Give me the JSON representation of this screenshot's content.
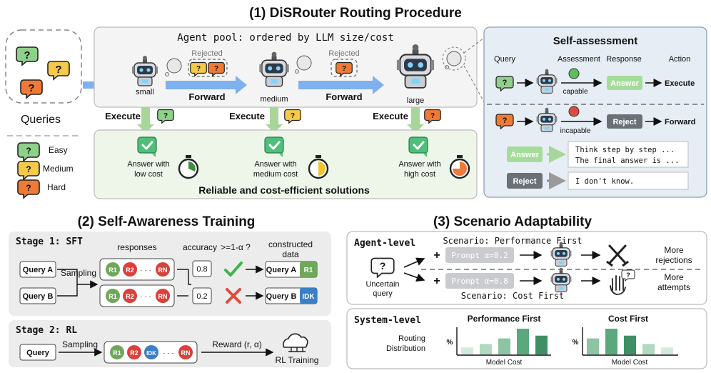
{
  "title": "(1) DiSRouter Routing Procedure",
  "queries": {
    "label": "Queries",
    "legend": [
      {
        "label": "Easy",
        "color": "#8fd18a"
      },
      {
        "label": "Medium",
        "color": "#f5c94a"
      },
      {
        "label": "Hard",
        "color": "#f07a35"
      }
    ]
  },
  "pool": {
    "title": "Agent pool: ordered by LLM size/cost",
    "agents": [
      "small",
      "medium",
      "large"
    ],
    "rejected": "Rejected",
    "forward": "Forward",
    "execute": "Execute",
    "answers": [
      {
        "line1": "Answer with",
        "line2": "low cost"
      },
      {
        "line1": "Answer with",
        "line2": "medium cost"
      },
      {
        "line1": "Answer with",
        "line2": "high cost"
      }
    ],
    "solutions": "Reliable and cost-efficient solutions"
  },
  "self_assessment": {
    "title": "Self-assessment",
    "headers": [
      "Query",
      "Assessment",
      "Response",
      "Action"
    ],
    "capable": "capable",
    "incapable": "incapable",
    "answer": "Answer",
    "reject": "Reject",
    "execute": "Execute",
    "forward": "Forward",
    "answer_text_1": "Think step by step ...",
    "answer_text_2": "The final answer is ...",
    "reject_text": "I don't know."
  },
  "training": {
    "title": "(2) Self-Awareness Training",
    "stage1": "Stage 1: SFT",
    "responses": "responses",
    "accuracy": "accuracy",
    "threshold": ">=1-α ?",
    "constructed_1": "constructed",
    "constructed_2": "data",
    "query_a": "Query A",
    "query_b": "Query B",
    "sampling": "Sampling",
    "r1": "R1",
    "r2": "R2",
    "rn": "RN",
    "idk": "IDK",
    "dots": "· · ·",
    "acc_a": "0.8",
    "acc_b": "0.2",
    "stage2": "Stage 2: RL",
    "query": "Query",
    "reward": "Reward (r, α)",
    "rl_training": "RL Training"
  },
  "scenario": {
    "title": "(3) Scenario Adaptability",
    "agent_level": "Agent-level",
    "uncertain_1": "Uncertain",
    "uncertain_2": "query",
    "perf_scenario": "Scenario: Performance First",
    "cost_scenario": "Scenario: Cost First",
    "prompt_perf": "Prompt α=0.2",
    "prompt_cost": "Prompt α=0.8",
    "more_rej_1": "More",
    "more_rej_2": "rejections",
    "more_att_1": "More",
    "more_att_2": "attempts",
    "system_level": "System-level",
    "routing_1": "Routing",
    "routing_2": "Distribution",
    "percent": "%",
    "perf_first": "Performance First",
    "cost_first": "Cost First",
    "model_cost": "Model Cost"
  },
  "chart_data": [
    {
      "type": "bar",
      "title": "Performance First",
      "xlabel": "Model Cost",
      "ylabel": "%",
      "values": [
        1,
        1.5,
        2.3,
        3.7,
        2.7
      ]
    },
    {
      "type": "bar",
      "title": "Cost First",
      "xlabel": "Model Cost",
      "ylabel": "%",
      "values": [
        2.3,
        3.7,
        2.7,
        1.5,
        1
      ]
    }
  ]
}
